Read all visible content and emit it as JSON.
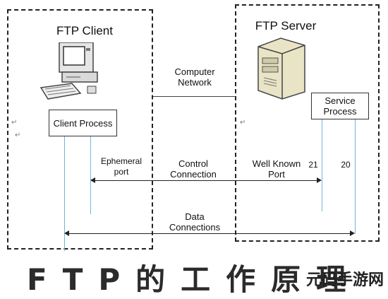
{
  "client": {
    "title": "FTP Client",
    "process": "Client Process",
    "ephemeral": "Ephemeral\nport"
  },
  "server": {
    "title": "FTP Server",
    "process": "Service\nProcess",
    "well_known": "Well Known\nPort",
    "port21": "21",
    "port20": "20"
  },
  "network": {
    "label": "Computer\nNetwork"
  },
  "control": {
    "label": "Control\nConnection"
  },
  "data_conn": {
    "label": "Data\nConnections"
  },
  "footer": {
    "title": "FTP的工作原理"
  },
  "watermark": {
    "text": "元码手游网"
  },
  "para_mark": "↵"
}
